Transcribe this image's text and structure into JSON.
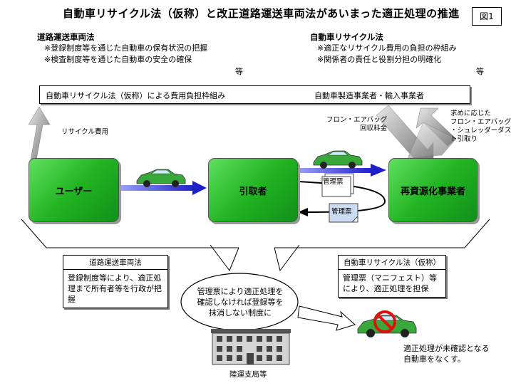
{
  "title": "自動車リサイクル法（仮称）と改正道路運送車両法があいまった適正処理の推進",
  "figure_label": "図1",
  "left_section": {
    "heading": "道路運送車両法",
    "items": [
      "※登録制度等を通じた自動車の保有状況の把握",
      "※検査制度等を通じた自動車の安全の確保"
    ],
    "etc": "等"
  },
  "right_section": {
    "heading": "自動車リサイクル法",
    "items": [
      "※適正なリサイクル費用の負担の枠組み",
      "※関係者の責任と役割分担の明確化"
    ],
    "etc": "等"
  },
  "cost_bar": {
    "left_text": "自動車リサイクル法（仮称）による費用負担枠組み",
    "right_text": "自動車製造事業者・輸入事業者"
  },
  "labels": {
    "recycle_fee": "リサイクル費用",
    "freon_fee": "フロン・エアバッグ\n回収料金",
    "take_back": "求めに応じた\nフロン・エアバッグ\n・シュレッダーダス\nト引取り",
    "manifest1": "管理票",
    "manifest2": "管理票"
  },
  "nodes": {
    "user": "ユーザー",
    "collector": "引取者",
    "recycler": "再資源化事業者"
  },
  "box_left": {
    "title": "道路運送車両法",
    "body": "登録制度等により、適正処理まで所有者等を行政が把握"
  },
  "box_right": {
    "title": "自動車リサイクル法（仮称）",
    "body": "管理票（マニフェスト）等により、適正処理を担保"
  },
  "ellipse": "管理票により適正処理を確認しなければ登録等を抹消しない制度に",
  "building_label": "陸運支局等",
  "bottom_right": "適正処理が未確認となる\n自動車をなくす。",
  "colors": {
    "green": "#22b422",
    "arrow_blue": "#1f1fc8",
    "car_green": "#38a83a"
  }
}
